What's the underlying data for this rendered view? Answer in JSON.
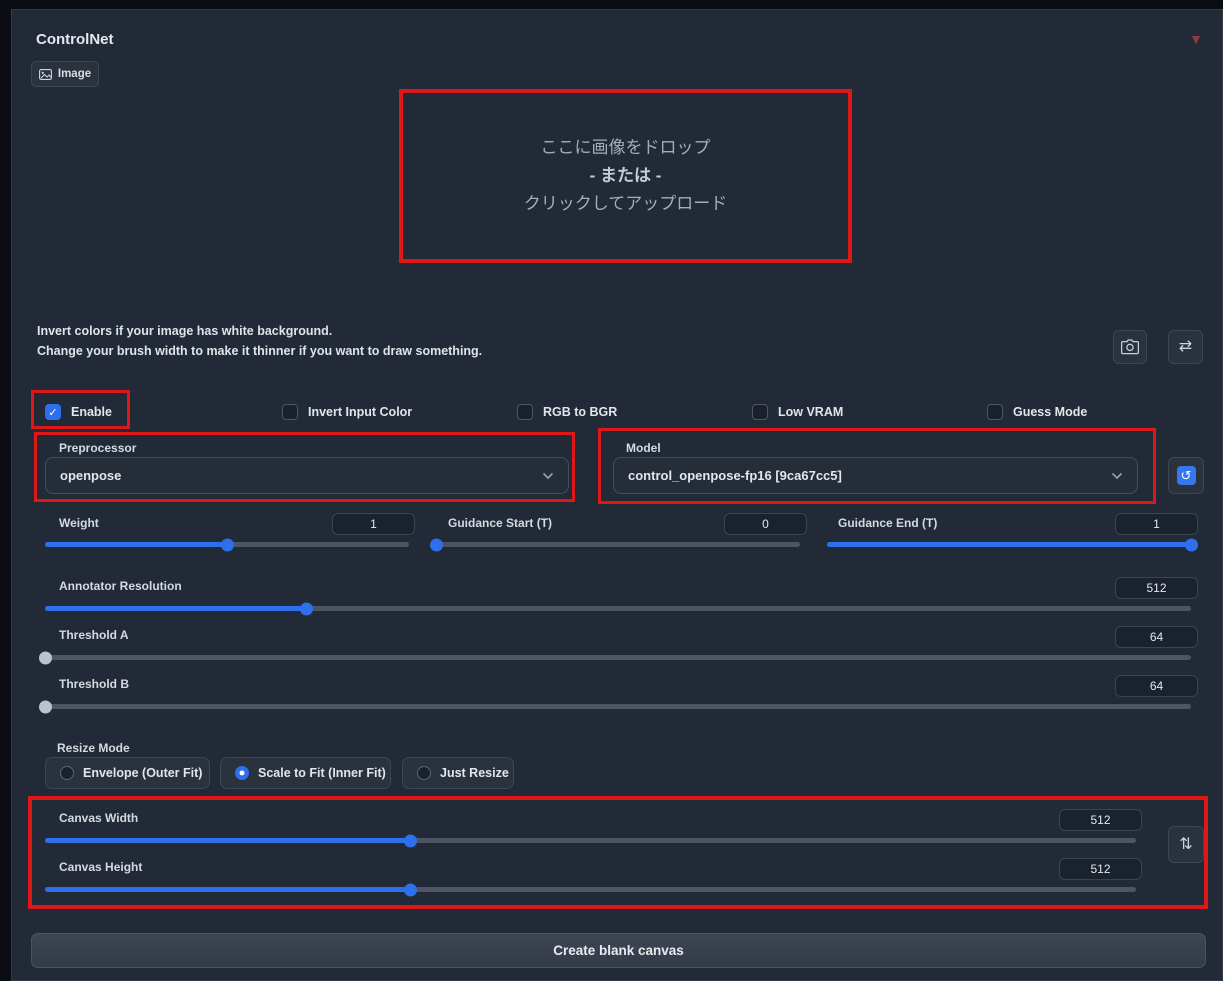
{
  "colors": {
    "accent": "#2e6fec",
    "annotation": "#e01717"
  },
  "icons": {
    "collapse": "▼",
    "check": "✓",
    "swap_horizontal": "⇄",
    "swap_vertical": "⇅",
    "refresh": "↺"
  },
  "header": {
    "title": "ControlNet"
  },
  "tabs": {
    "image": "Image"
  },
  "dropzone": {
    "line1": "ここに画像をドロップ",
    "line2": "- または -",
    "line3": "クリックしてアップロード"
  },
  "instructions": {
    "line1": "Invert colors if your image has white background.",
    "line2": "Change your brush width to make it thinner if you want to draw something."
  },
  "checkboxes": [
    {
      "label": "Enable",
      "checked": true
    },
    {
      "label": "Invert Input Color",
      "checked": false
    },
    {
      "label": "RGB to BGR",
      "checked": false
    },
    {
      "label": "Low VRAM",
      "checked": false
    },
    {
      "label": "Guess Mode",
      "checked": false
    }
  ],
  "preprocessor": {
    "label": "Preprocessor",
    "value": "openpose"
  },
  "model": {
    "label": "Model",
    "value": "control_openpose-fp16 [9ca67cc5]"
  },
  "sliders": {
    "weight": {
      "label": "Weight",
      "value": "1",
      "percent": 50
    },
    "guidance_start": {
      "label": "Guidance Start (T)",
      "value": "0",
      "percent": 0
    },
    "guidance_end": {
      "label": "Guidance End (T)",
      "value": "1",
      "percent": 100
    },
    "annotator_resolution": {
      "label": "Annotator Resolution",
      "value": "512",
      "percent": 22.8
    },
    "threshold_a": {
      "label": "Threshold A",
      "value": "64",
      "percent": 0
    },
    "threshold_b": {
      "label": "Threshold B",
      "value": "64",
      "percent": 0
    },
    "canvas_width": {
      "label": "Canvas Width",
      "value": "512",
      "percent": 33.5
    },
    "canvas_height": {
      "label": "Canvas Height",
      "value": "512",
      "percent": 33.5
    }
  },
  "resize_mode": {
    "label": "Resize Mode",
    "options": [
      {
        "label": "Envelope (Outer Fit)",
        "selected": false
      },
      {
        "label": "Scale to Fit (Inner Fit)",
        "selected": true
      },
      {
        "label": "Just Resize",
        "selected": false
      }
    ]
  },
  "footer": {
    "create_blank_canvas": "Create blank canvas"
  }
}
